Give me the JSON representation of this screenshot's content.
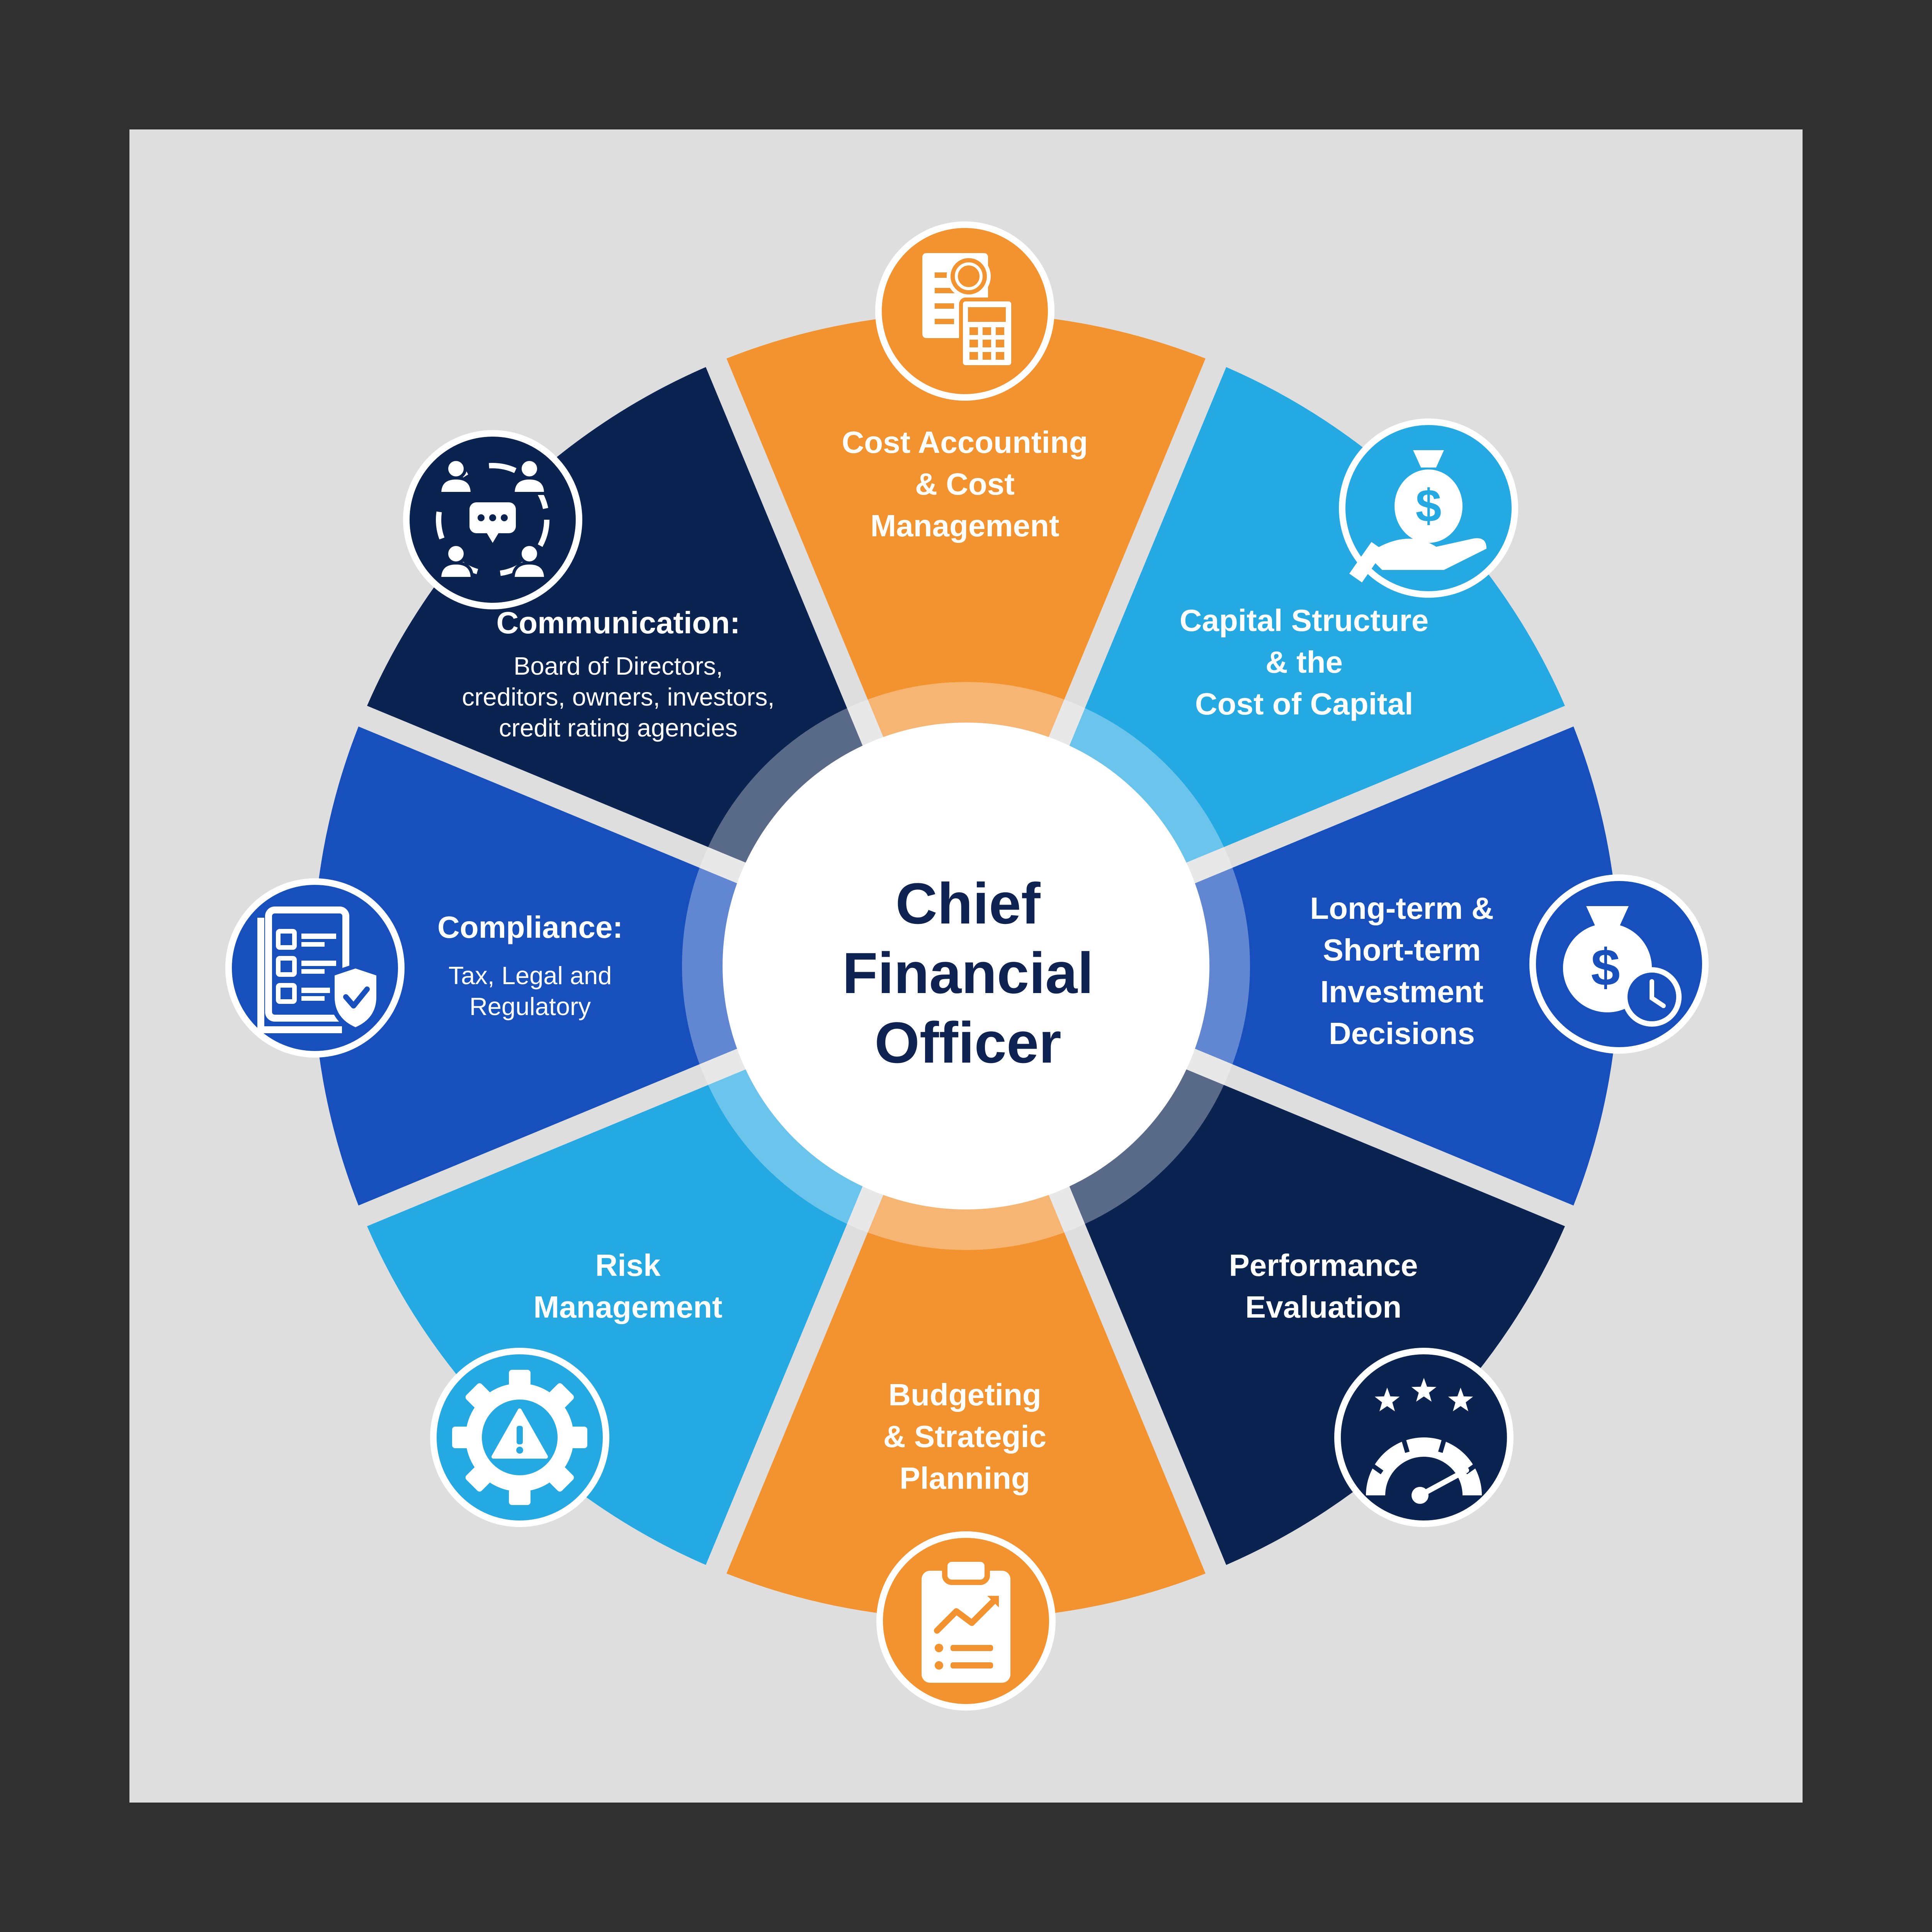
{
  "center": {
    "lines": [
      "Chief",
      "Financial",
      "Officer"
    ]
  },
  "colors": {
    "frame": "#323132",
    "card": "#dedede",
    "navy": "#0b2350",
    "royal": "#174fbd",
    "sky": "#24a9e3",
    "orange": "#f29330",
    "center_text": "#0e2352",
    "white": "#ffffff"
  },
  "segments": [
    {
      "id": "cost-accounting",
      "color_key": "orange",
      "icon": "document-calculator-icon",
      "title": [
        "Cost Accounting",
        "& Cost",
        "Management"
      ],
      "body": []
    },
    {
      "id": "capital-structure",
      "color_key": "sky",
      "icon": "money-bag-hand-icon",
      "title": [
        "Capital Structure",
        "& the",
        "Cost of Capital"
      ],
      "body": []
    },
    {
      "id": "investment-decisions",
      "color_key": "royal",
      "icon": "money-bag-clock-icon",
      "title": [
        "Long-term &",
        "Short-term",
        "Investment",
        "Decisions"
      ],
      "body": []
    },
    {
      "id": "performance-evaluation",
      "color_key": "navy",
      "icon": "gauge-stars-icon",
      "title": [
        "Performance",
        "Evaluation"
      ],
      "body": []
    },
    {
      "id": "budgeting",
      "color_key": "orange",
      "icon": "clipboard-chart-icon",
      "title": [
        "Budgeting",
        "& Strategic",
        "Planning"
      ],
      "body": []
    },
    {
      "id": "risk-management",
      "color_key": "sky",
      "icon": "gear-warning-icon",
      "title": [
        "Risk",
        "Management"
      ],
      "body": []
    },
    {
      "id": "compliance",
      "color_key": "royal",
      "icon": "checklist-shield-icon",
      "title": [
        "Compliance:"
      ],
      "body": [
        "Tax, Legal and",
        "Regulatory"
      ]
    },
    {
      "id": "communication",
      "color_key": "navy",
      "icon": "people-chat-icon",
      "title": [
        "Communication:"
      ],
      "body": [
        "Board of Directors,",
        "creditors, owners, investors,",
        "credit rating agencies"
      ]
    }
  ]
}
